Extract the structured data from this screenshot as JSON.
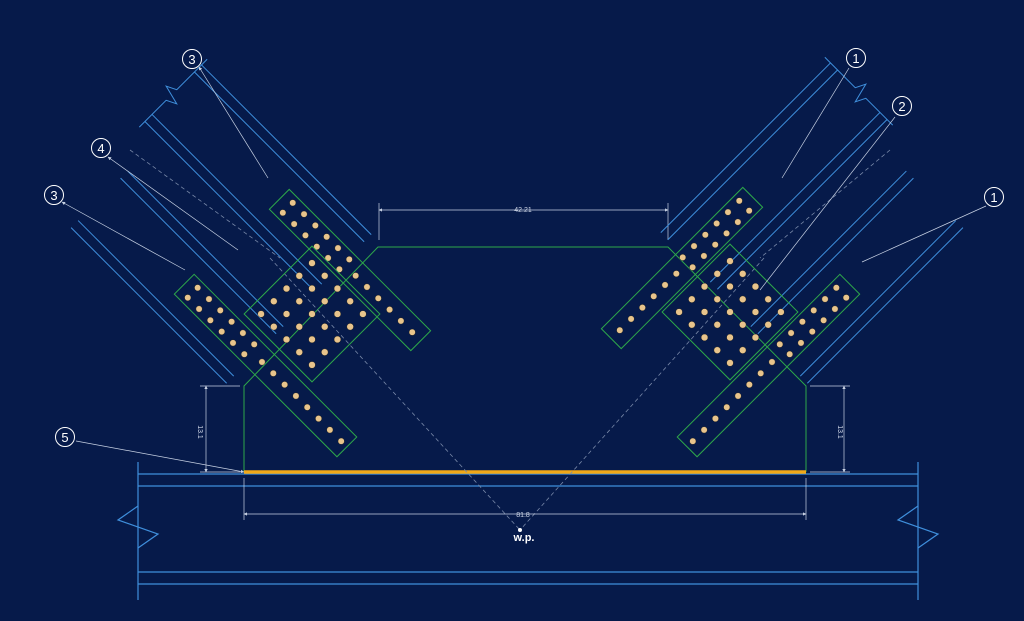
{
  "dimensions": {
    "top_width": "42.21",
    "left_height": "13.1",
    "right_height": "13.1",
    "bottom_width": "81.8"
  },
  "work_point_label": "w.p.",
  "callouts": [
    "3",
    "4",
    "3",
    "5",
    "1",
    "2",
    "1"
  ],
  "colors": {
    "background": "#061a4a",
    "beam": "#3f8fdc",
    "plate": "#2ea84a",
    "bolt": "#e8c48c",
    "gusset_weld": "#f0a818",
    "annotation": "#c8d2e4"
  }
}
